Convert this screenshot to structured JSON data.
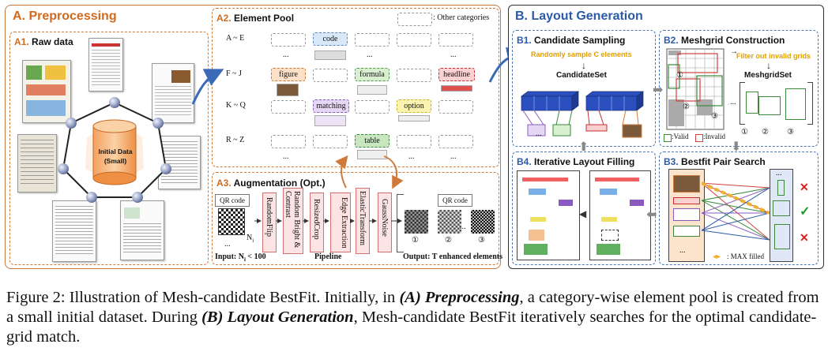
{
  "panel_a": {
    "title": "A. Preprocessing",
    "a1": {
      "key": "A1.",
      "label": "Raw data",
      "center_line1": "Initial Data",
      "center_line2": "(Small)"
    },
    "a2": {
      "key": "A2.",
      "label": "Element Pool",
      "legend": ": Other categories",
      "rows": [
        "A ~ E",
        "F ~ J",
        "K ~ Q",
        "R ~ Z"
      ],
      "ellipsis": "...",
      "chips": {
        "code": "code",
        "figure": "figure",
        "formula": "formula",
        "headline": "headline",
        "matching": "matching",
        "option": "option",
        "table": "table"
      }
    },
    "a3": {
      "key": "A3.",
      "label": "Augmentation (Opt.)",
      "qr_label": "QR code",
      "ni": "N",
      "ni_sub": "i",
      "ops": [
        "RandomFlip",
        "Random Bright & Contrast",
        "ResizedCrop",
        "Edge Extraction",
        "ElasticTransform",
        "GaussNoise"
      ],
      "input": "Input: N",
      "input_sub": "i",
      "input_rest": " < 100",
      "pipeline": "Pipeline",
      "output": "Output: T enhanced elements",
      "out_nums": [
        "①",
        "②",
        "③"
      ],
      "ellipsis": "..."
    }
  },
  "panel_b": {
    "title": "B. Layout Generation",
    "b1": {
      "key": "B1.",
      "label": "Candidate Sampling",
      "note": "Randomly sample C elements",
      "set": "CandidateSet"
    },
    "b2": {
      "key": "B2.",
      "label": "Meshgrid Construction",
      "note": "Filter out invalid grids",
      "set": "MeshgridSet",
      "nums": [
        "①",
        "②",
        "③"
      ],
      "valid": ":Valid",
      "invalid": ":Invalid",
      "ellipsis": "..."
    },
    "b3": {
      "key": "B3.",
      "label": "Bestfit Pair Search",
      "max": ": MAX filled",
      "ellipsis": "..."
    },
    "b4": {
      "key": "B4.",
      "label": "Iterative Layout Filling"
    }
  },
  "caption": {
    "p1": "Figure 2:  Illustration of Mesh-candidate BestFit.  Initially, in ",
    "b1": "(A) Preprocessing",
    "p2": ", a category-wise element pool is created from a small initial dataset. During ",
    "b2": "(B) Layout Generation",
    "p3": ", Mesh-candidate BestFit iteratively searches for the optimal candidate-grid match."
  },
  "colors": {
    "orange": "#d26a1e",
    "blue": "#2a5aa8",
    "cube": "#2b4fbf",
    "check": "#1a9a2a",
    "cross": "#d42020"
  }
}
